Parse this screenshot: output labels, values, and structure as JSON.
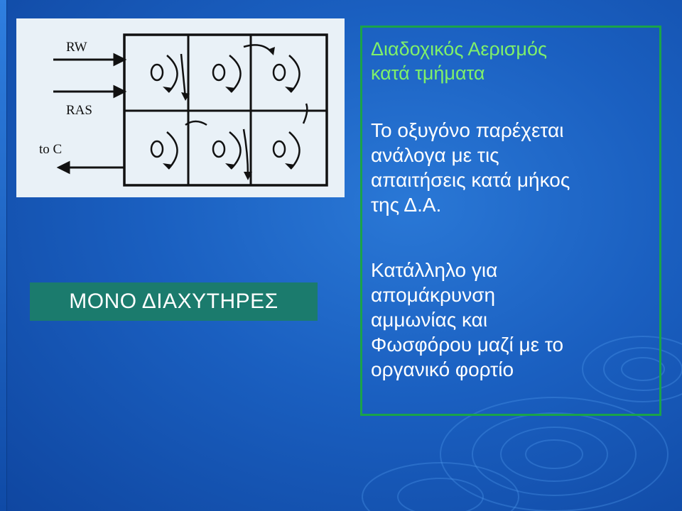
{
  "slide": {
    "title_lines": [
      "Διαδοχικός Αερισμός",
      "κατά τμήματα"
    ],
    "paragraph1_lines": [
      "Το οξυγόνο παρέχεται",
      "ανάλογα με τις",
      "απαιτήσεις κατά μήκος",
      "της Δ.Α."
    ],
    "paragraph2_lines": [
      "Κατάλληλο για",
      "απομάκρυνση",
      "αμμωνίας και",
      "Φωσφόρου μαζί με το",
      "οργανικό φορτίο"
    ],
    "label_box": "ΜΟΝΟ ΔΙΑΧΥΤΗΡΕΣ"
  },
  "diagram": {
    "labels": {
      "rw": "RW",
      "ras": "RAS",
      "to_c": "to C"
    }
  },
  "colors": {
    "background": "#1a5fc0",
    "title": "#7ff06a",
    "panel_border": "#1aa34a",
    "label_box": "#1b7b6d"
  }
}
